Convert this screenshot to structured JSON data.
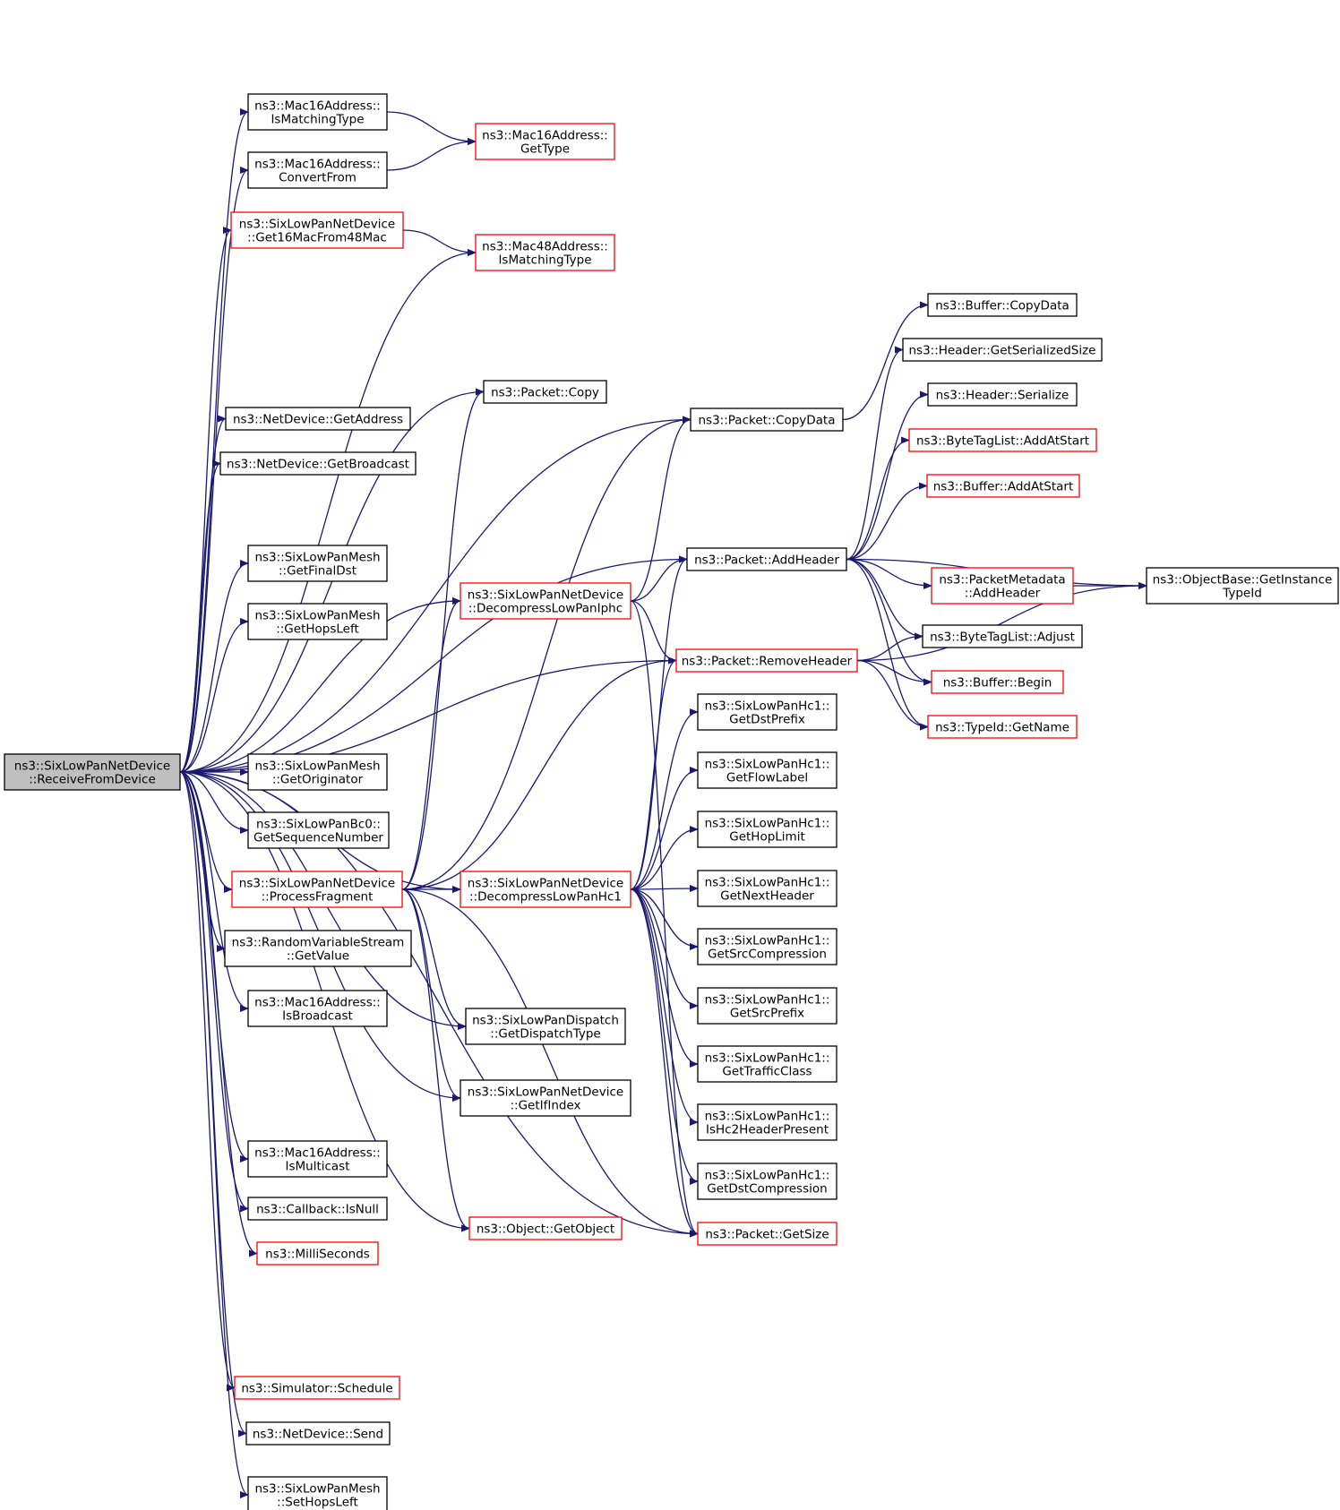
{
  "colors": {
    "edge": "#191970",
    "normal_border": "#000000",
    "truncated_border": "#ff0000",
    "root_fill": "#bfbfbf",
    "node_fill": "#ffffff"
  },
  "nodes": {
    "root": {
      "lines": [
        "ns3::SixLowPanNetDevice",
        "::ReceiveFromDevice"
      ],
      "style": "root"
    },
    "m16IsMatching": {
      "lines": [
        "ns3::Mac16Address::",
        "IsMatchingType"
      ],
      "style": "normal"
    },
    "m16Convert": {
      "lines": [
        "ns3::Mac16Address::",
        "ConvertFrom"
      ],
      "style": "normal"
    },
    "get16Mac": {
      "lines": [
        "ns3::SixLowPanNetDevice",
        "::Get16MacFrom48Mac"
      ],
      "style": "truncated"
    },
    "getAddress": {
      "lines": [
        "ns3::NetDevice::GetAddress"
      ],
      "style": "normal"
    },
    "getBroadcast": {
      "lines": [
        "ns3::NetDevice::GetBroadcast"
      ],
      "style": "normal"
    },
    "meshFinalDst": {
      "lines": [
        "ns3::SixLowPanMesh",
        "::GetFinalDst"
      ],
      "style": "normal"
    },
    "meshHopsLeft": {
      "lines": [
        "ns3::SixLowPanMesh",
        "::GetHopsLeft"
      ],
      "style": "normal"
    },
    "meshOriginator": {
      "lines": [
        "ns3::SixLowPanMesh",
        "::GetOriginator"
      ],
      "style": "normal"
    },
    "bc0Seq": {
      "lines": [
        "ns3::SixLowPanBc0::",
        "GetSequenceNumber"
      ],
      "style": "normal"
    },
    "processFragment": {
      "lines": [
        "ns3::SixLowPanNetDevice",
        "::ProcessFragment"
      ],
      "style": "truncated"
    },
    "rvsGetValue": {
      "lines": [
        "ns3::RandomVariableStream",
        "::GetValue"
      ],
      "style": "normal"
    },
    "m16IsBroadcast": {
      "lines": [
        "ns3::Mac16Address::",
        "IsBroadcast"
      ],
      "style": "normal"
    },
    "m16IsMulticast": {
      "lines": [
        "ns3::Mac16Address::",
        "IsMulticast"
      ],
      "style": "normal"
    },
    "callbackIsNull": {
      "lines": [
        "ns3::Callback::IsNull"
      ],
      "style": "normal"
    },
    "milliSeconds": {
      "lines": [
        "ns3::MilliSeconds"
      ],
      "style": "truncated"
    },
    "simSchedule": {
      "lines": [
        "ns3::Simulator::Schedule"
      ],
      "style": "truncated"
    },
    "netDevSend": {
      "lines": [
        "ns3::NetDevice::Send"
      ],
      "style": "normal"
    },
    "meshSetHopsLeft": {
      "lines": [
        "ns3::SixLowPanMesh",
        "::SetHopsLeft"
      ],
      "style": "normal"
    },
    "m16GetType": {
      "lines": [
        "ns3::Mac16Address::",
        "GetType"
      ],
      "style": "truncated"
    },
    "m48IsMatching": {
      "lines": [
        "ns3::Mac48Address::",
        "IsMatchingType"
      ],
      "style": "truncated"
    },
    "packetCopy": {
      "lines": [
        "ns3::Packet::Copy"
      ],
      "style": "normal"
    },
    "decompIphc": {
      "lines": [
        "ns3::SixLowPanNetDevice",
        "::DecompressLowPanIphc"
      ],
      "style": "truncated"
    },
    "decompHc1": {
      "lines": [
        "ns3::SixLowPanNetDevice",
        "::DecompressLowPanHc1"
      ],
      "style": "truncated"
    },
    "dispatchType": {
      "lines": [
        "ns3::SixLowPanDispatch",
        "::GetDispatchType"
      ],
      "style": "normal"
    },
    "getIfIndex": {
      "lines": [
        "ns3::SixLowPanNetDevice",
        "::GetIfIndex"
      ],
      "style": "normal"
    },
    "objectGetObject": {
      "lines": [
        "ns3::Object::GetObject"
      ],
      "style": "truncated"
    },
    "packetCopyData": {
      "lines": [
        "ns3::Packet::CopyData"
      ],
      "style": "normal"
    },
    "packetAddHeader": {
      "lines": [
        "ns3::Packet::AddHeader"
      ],
      "style": "normal"
    },
    "packetRemoveHeader": {
      "lines": [
        "ns3::Packet::RemoveHeader"
      ],
      "style": "truncated"
    },
    "hc1DstPrefix": {
      "lines": [
        "ns3::SixLowPanHc1::",
        "GetDstPrefix"
      ],
      "style": "normal"
    },
    "hc1FlowLabel": {
      "lines": [
        "ns3::SixLowPanHc1::",
        "GetFlowLabel"
      ],
      "style": "normal"
    },
    "hc1HopLimit": {
      "lines": [
        "ns3::SixLowPanHc1::",
        "GetHopLimit"
      ],
      "style": "normal"
    },
    "hc1NextHeader": {
      "lines": [
        "ns3::SixLowPanHc1::",
        "GetNextHeader"
      ],
      "style": "normal"
    },
    "hc1SrcComp": {
      "lines": [
        "ns3::SixLowPanHc1::",
        "GetSrcCompression"
      ],
      "style": "normal"
    },
    "hc1SrcPrefix": {
      "lines": [
        "ns3::SixLowPanHc1::",
        "GetSrcPrefix"
      ],
      "style": "normal"
    },
    "hc1Traffic": {
      "lines": [
        "ns3::SixLowPanHc1::",
        "GetTrafficClass"
      ],
      "style": "normal"
    },
    "hc1Hc2Present": {
      "lines": [
        "ns3::SixLowPanHc1::",
        "IsHc2HeaderPresent"
      ],
      "style": "normal"
    },
    "hc1DstComp": {
      "lines": [
        "ns3::SixLowPanHc1::",
        "GetDstCompression"
      ],
      "style": "normal"
    },
    "packetGetSize": {
      "lines": [
        "ns3::Packet::GetSize"
      ],
      "style": "truncated"
    },
    "bufCopyData": {
      "lines": [
        "ns3::Buffer::CopyData"
      ],
      "style": "normal"
    },
    "hdrSerSize": {
      "lines": [
        "ns3::Header::GetSerializedSize"
      ],
      "style": "normal"
    },
    "hdrSerialize": {
      "lines": [
        "ns3::Header::Serialize"
      ],
      "style": "normal"
    },
    "btlAddAtStart": {
      "lines": [
        "ns3::ByteTagList::AddAtStart"
      ],
      "style": "truncated"
    },
    "bufAddAtStart": {
      "lines": [
        "ns3::Buffer::AddAtStart"
      ],
      "style": "truncated"
    },
    "pmAddHeader": {
      "lines": [
        "ns3::PacketMetadata",
        "::AddHeader"
      ],
      "style": "truncated"
    },
    "btlAdjust": {
      "lines": [
        "ns3::ByteTagList::Adjust"
      ],
      "style": "normal"
    },
    "bufBegin": {
      "lines": [
        "ns3::Buffer::Begin"
      ],
      "style": "truncated"
    },
    "typeIdGetName": {
      "lines": [
        "ns3::TypeId::GetName"
      ],
      "style": "truncated"
    },
    "objBaseGetInstance": {
      "lines": [
        "ns3::ObjectBase::GetInstance",
        "TypeId"
      ],
      "style": "normal"
    }
  },
  "edges": [
    [
      "root",
      "m16IsMatching"
    ],
    [
      "root",
      "m16Convert"
    ],
    [
      "root",
      "get16Mac"
    ],
    [
      "root",
      "m48IsMatching"
    ],
    [
      "root",
      "packetCopy"
    ],
    [
      "root",
      "packetCopyData"
    ],
    [
      "root",
      "packetAddHeader"
    ],
    [
      "root",
      "getAddress"
    ],
    [
      "root",
      "getBroadcast"
    ],
    [
      "root",
      "decompIphc"
    ],
    [
      "root",
      "meshFinalDst"
    ],
    [
      "root",
      "meshHopsLeft"
    ],
    [
      "root",
      "packetRemoveHeader"
    ],
    [
      "root",
      "meshOriginator"
    ],
    [
      "root",
      "bc0Seq"
    ],
    [
      "root",
      "decompHc1"
    ],
    [
      "root",
      "processFragment"
    ],
    [
      "root",
      "rvsGetValue"
    ],
    [
      "root",
      "m16IsBroadcast"
    ],
    [
      "root",
      "dispatchType"
    ],
    [
      "root",
      "getIfIndex"
    ],
    [
      "root",
      "m16IsMulticast"
    ],
    [
      "root",
      "callbackIsNull"
    ],
    [
      "root",
      "milliSeconds"
    ],
    [
      "root",
      "objectGetObject"
    ],
    [
      "root",
      "packetGetSize"
    ],
    [
      "root",
      "simSchedule"
    ],
    [
      "root",
      "netDevSend"
    ],
    [
      "root",
      "meshSetHopsLeft"
    ],
    [
      "m16IsMatching",
      "m16GetType"
    ],
    [
      "m16Convert",
      "m16GetType"
    ],
    [
      "get16Mac",
      "m48IsMatching"
    ],
    [
      "processFragment",
      "packetCopy"
    ],
    [
      "processFragment",
      "packetCopyData"
    ],
    [
      "processFragment",
      "decompIphc"
    ],
    [
      "processFragment",
      "packetRemoveHeader"
    ],
    [
      "processFragment",
      "decompHc1"
    ],
    [
      "processFragment",
      "dispatchType"
    ],
    [
      "processFragment",
      "getIfIndex"
    ],
    [
      "processFragment",
      "objectGetObject"
    ],
    [
      "processFragment",
      "packetGetSize"
    ],
    [
      "decompIphc",
      "packetCopyData"
    ],
    [
      "decompIphc",
      "packetAddHeader"
    ],
    [
      "decompIphc",
      "packetRemoveHeader"
    ],
    [
      "decompIphc",
      "packetGetSize"
    ],
    [
      "decompHc1",
      "packetAddHeader"
    ],
    [
      "decompHc1",
      "packetRemoveHeader"
    ],
    [
      "decompHc1",
      "hc1DstPrefix"
    ],
    [
      "decompHc1",
      "hc1FlowLabel"
    ],
    [
      "decompHc1",
      "hc1HopLimit"
    ],
    [
      "decompHc1",
      "hc1NextHeader"
    ],
    [
      "decompHc1",
      "hc1SrcComp"
    ],
    [
      "decompHc1",
      "hc1SrcPrefix"
    ],
    [
      "decompHc1",
      "hc1Traffic"
    ],
    [
      "decompHc1",
      "hc1Hc2Present"
    ],
    [
      "decompHc1",
      "hc1DstComp"
    ],
    [
      "decompHc1",
      "packetGetSize"
    ],
    [
      "packetCopyData",
      "bufCopyData"
    ],
    [
      "packetAddHeader",
      "hdrSerSize"
    ],
    [
      "packetAddHeader",
      "hdrSerialize"
    ],
    [
      "packetAddHeader",
      "btlAddAtStart"
    ],
    [
      "packetAddHeader",
      "bufAddAtStart"
    ],
    [
      "packetAddHeader",
      "objBaseGetInstance"
    ],
    [
      "packetAddHeader",
      "pmAddHeader"
    ],
    [
      "packetAddHeader",
      "btlAdjust"
    ],
    [
      "packetAddHeader",
      "bufBegin"
    ],
    [
      "packetAddHeader",
      "typeIdGetName"
    ],
    [
      "pmAddHeader",
      "objBaseGetInstance"
    ],
    [
      "packetRemoveHeader",
      "btlAdjust"
    ],
    [
      "packetRemoveHeader",
      "bufBegin"
    ],
    [
      "packetRemoveHeader",
      "typeIdGetName"
    ],
    [
      "packetRemoveHeader",
      "objBaseGetInstance"
    ]
  ]
}
